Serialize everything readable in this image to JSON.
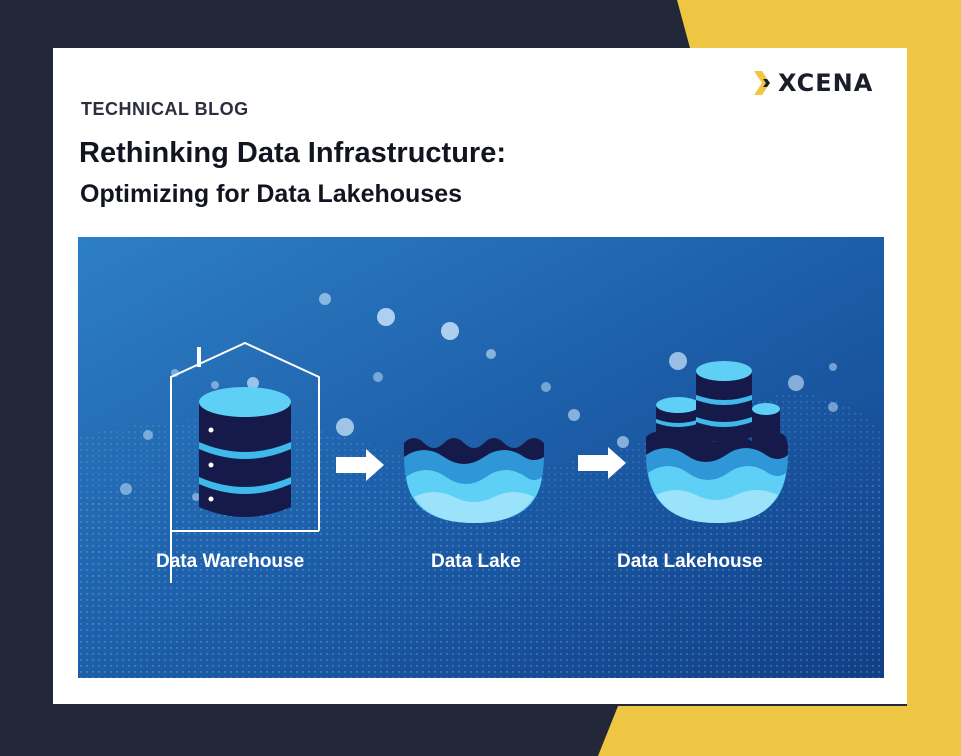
{
  "brand": {
    "name": "XCENA",
    "logo_mark_color": "#f2c641"
  },
  "header": {
    "eyebrow": "TECHNICAL BLOG",
    "title_line1": "Rethinking Data Infrastructure:",
    "title_line2": "Optimizing for Data Lakehouses"
  },
  "hero": {
    "stages": [
      {
        "label": "Data Warehouse",
        "icon": "database-in-house-icon"
      },
      {
        "label": "Data Lake",
        "icon": "lake-bowl-icon"
      },
      {
        "label": "Data Lakehouse",
        "icon": "lakehouse-bowl-icon"
      }
    ],
    "arrow_icon": "arrow-right-icon"
  },
  "colors": {
    "background_dark": "#232838",
    "accent_yellow": "#eec643",
    "hero_blue": "#1e5fb0",
    "database_navy": "#161a4a",
    "database_cyan": "#3fb8ea"
  }
}
